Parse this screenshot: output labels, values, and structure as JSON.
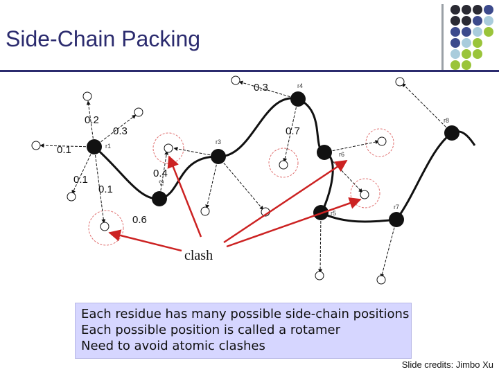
{
  "slide": {
    "title": "Side-Chain Packing",
    "credit": "Slide credits: Jimbo Xu"
  },
  "diagram": {
    "probabilities": [
      "0.3",
      "0.2",
      "0.3",
      "0.7",
      "0.1",
      "0.1",
      "0.1",
      "0.4",
      "0.6"
    ],
    "residue_labels": [
      "r1",
      "r2",
      "r3",
      "r4",
      "r5",
      "r6",
      "r7",
      "r8"
    ],
    "clash_label": "clash",
    "colors": {
      "backbone": "#111111",
      "arrow": "#cc2222",
      "rotamer_ring": "#e07070"
    }
  },
  "bullets": [
    "Each residue has many possible side-chain positions",
    "Each possible position is called a rotamer",
    "Need to avoid atomic clashes"
  ],
  "decor": {
    "dot_colors": [
      "#2a2a33",
      "#3c4a8c",
      "#a9ccdc",
      "#9ac43a"
    ]
  }
}
